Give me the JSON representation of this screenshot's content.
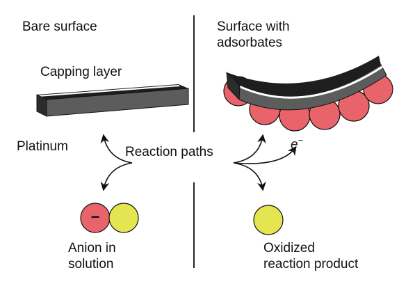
{
  "labels": {
    "bare_surface": "Bare surface",
    "surface_adsorbates_line1": "Surface with",
    "surface_adsorbates_line2": "adsorbates",
    "capping_layer": "Capping layer",
    "platinum": "Platinum",
    "reaction_paths": "Reaction paths",
    "electron": "e",
    "electron_charge": "−",
    "anion_line1": "Anion in",
    "anion_line2": "solution",
    "anion_charge": "−",
    "oxidized_line1": "Oxidized",
    "oxidized_line2": "reaction product"
  },
  "colors": {
    "adsorbate_red": "#e8646a",
    "product_yellow": "#e5e552",
    "slab_top": "#1e1e1e",
    "slab_side": "#5c5c5c",
    "divider": "#222222"
  }
}
